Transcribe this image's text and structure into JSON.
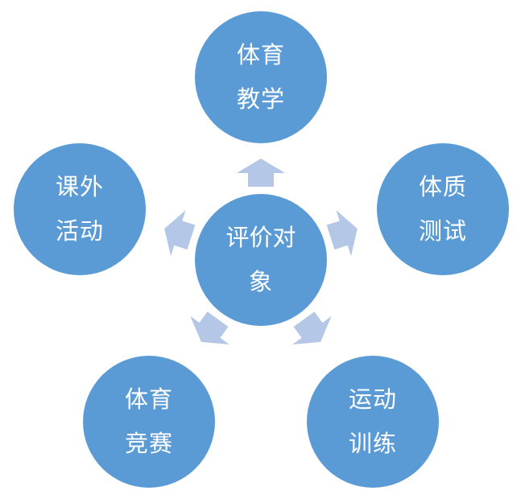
{
  "center": {
    "line1": "评价对",
    "line2": "象"
  },
  "nodes": [
    {
      "line1": "体育",
      "line2": "教学"
    },
    {
      "line1": "体质",
      "line2": "测试"
    },
    {
      "line1": "运动",
      "line2": "训练"
    },
    {
      "line1": "体育",
      "line2": "竞赛"
    },
    {
      "line1": "课外",
      "line2": "活动"
    }
  ],
  "colors": {
    "node_fill": "#5b9bd5",
    "arrow_fill": "#b4c7e7",
    "text": "#ffffff"
  }
}
